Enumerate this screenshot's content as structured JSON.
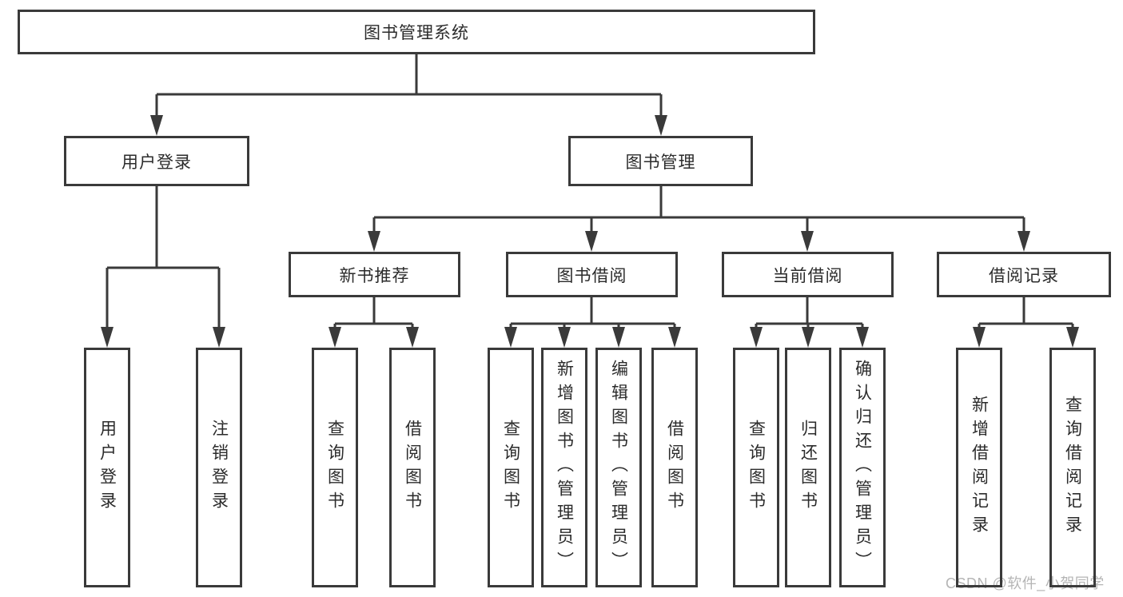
{
  "colors": {
    "line": "#3a3a3a",
    "border": "#3a3a3a",
    "text": "#2b2b2b",
    "background": "#ffffff",
    "watermark": "#b5b5b5"
  },
  "tree": {
    "root": "图书管理系统",
    "left_branch": {
      "label": "用户登录",
      "leaves": [
        "用户登录",
        "注销登录"
      ]
    },
    "right_branch": {
      "label": "图书管理",
      "groups": [
        {
          "label": "新书推荐",
          "leaves": [
            "查询图书",
            "借阅图书"
          ]
        },
        {
          "label": "图书借阅",
          "leaves": [
            "查询图书",
            "新增图书（管理员）",
            "编辑图书（管理员）",
            "借阅图书"
          ]
        },
        {
          "label": "当前借阅",
          "leaves": [
            "查询图书",
            "归还图书",
            "确认归还（管理员）"
          ]
        },
        {
          "label": "借阅记录",
          "leaves": [
            "新增借阅记录",
            "查询借阅记录"
          ]
        }
      ]
    }
  },
  "watermark": "CSDN @软件_小贺同学"
}
